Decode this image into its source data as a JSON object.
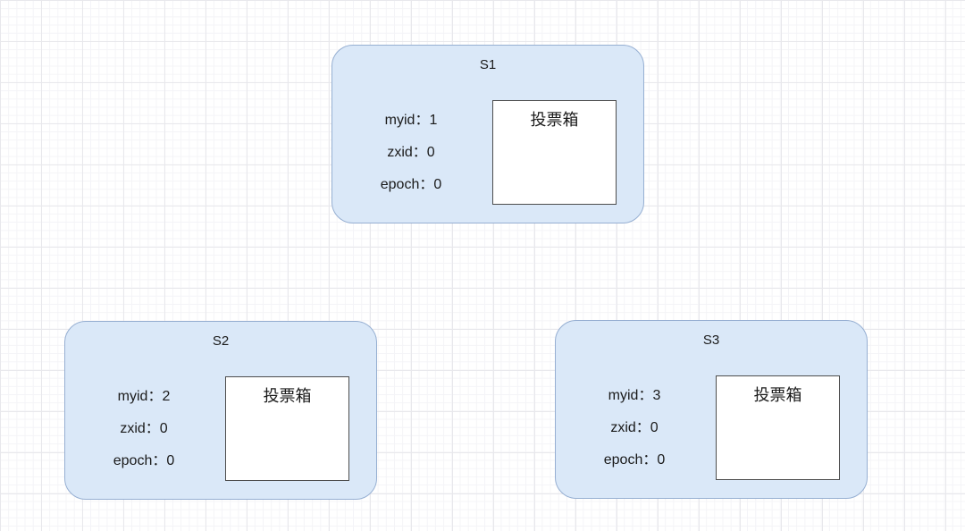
{
  "colors": {
    "card_fill": "#dae8f8",
    "card_border": "#96afd2",
    "box_border": "#4d4d4d",
    "box_fill": "#ffffff",
    "text_color": "#1a1a1a",
    "grid_minor": "#f4f4f7",
    "grid_major": "#e8e8ec"
  },
  "servers": [
    {
      "title": "S1",
      "lines": [
        "myid：1",
        "zxid：0",
        "epoch：0"
      ],
      "box_label": "投票箱"
    },
    {
      "title": "S2",
      "lines": [
        "myid：2",
        "zxid：0",
        "epoch：0"
      ],
      "box_label": "投票箱"
    },
    {
      "title": "S3",
      "lines": [
        "myid：3",
        "zxid：0",
        "epoch：0"
      ],
      "box_label": "投票箱"
    }
  ]
}
